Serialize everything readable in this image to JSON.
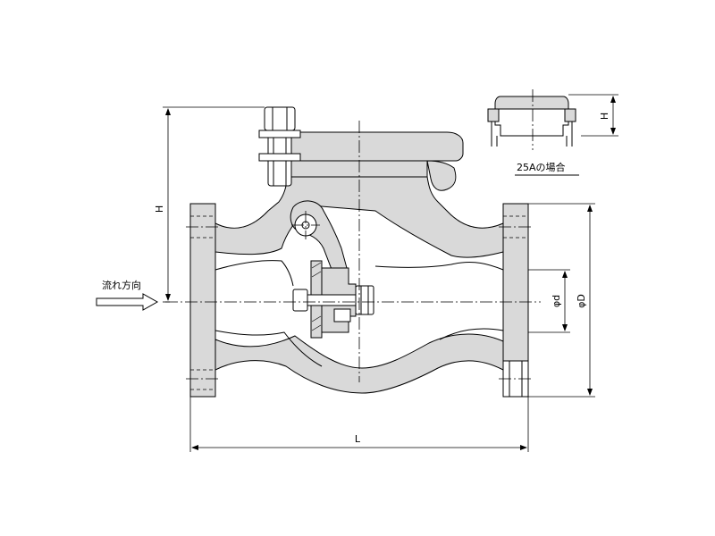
{
  "labels": {
    "flow_direction": "流れ方向",
    "height": "H",
    "length": "L",
    "bore_diameter": "φd",
    "flange_diameter": "φD",
    "inset_height": "H",
    "inset_caption": "25Aの場合"
  }
}
